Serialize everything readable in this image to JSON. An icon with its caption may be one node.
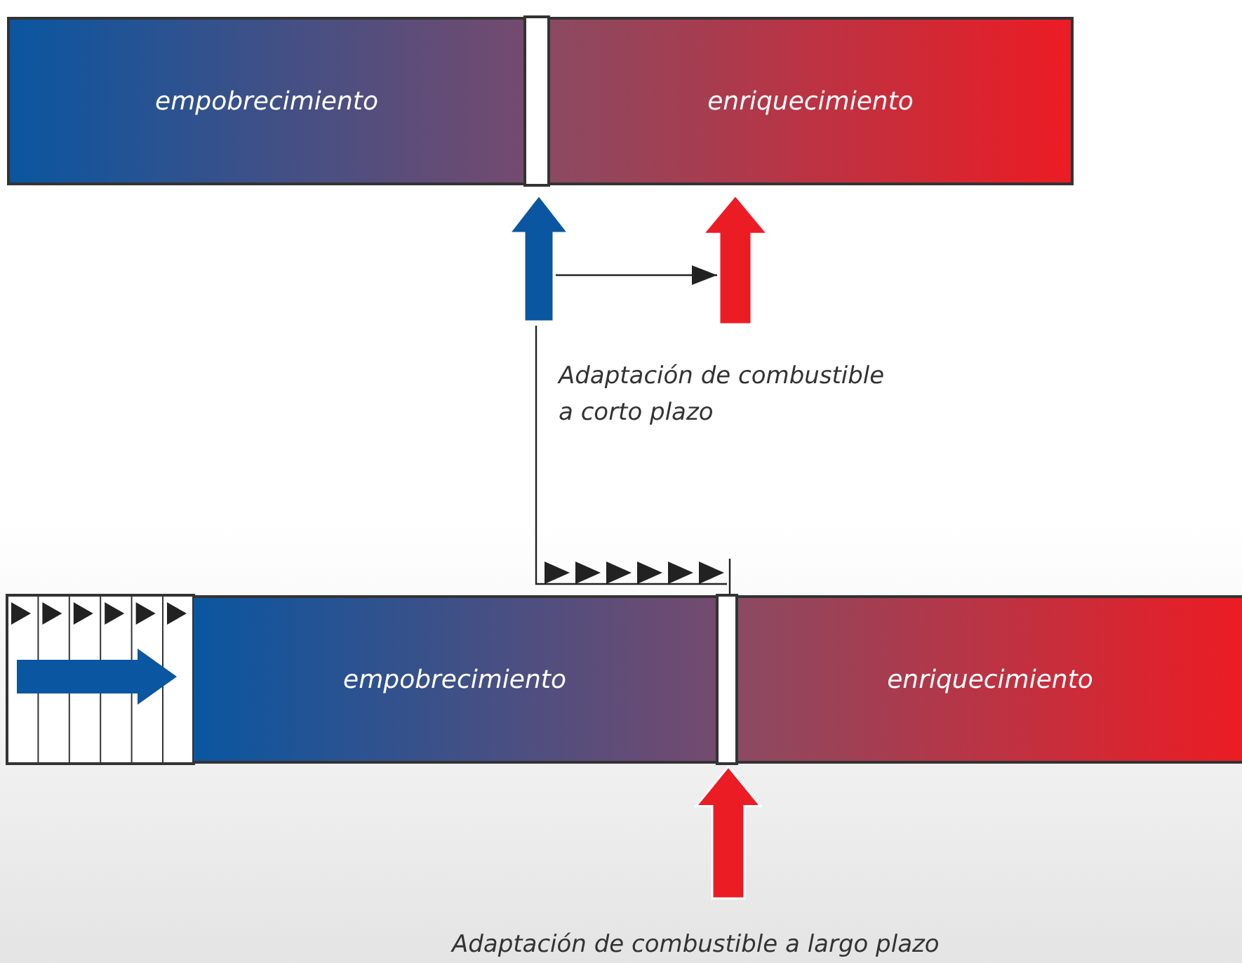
{
  "diagram": {
    "nodes": [
      {
        "text": [
          "empobrecimiento"
        ]
      },
      {
        "text": [
          "enriquecimiento"
        ]
      },
      {
        "text": [
          "empobrecimiento"
        ]
      },
      {
        "text": [
          "enriquecimiento"
        ]
      },
      {
        "text": [],
        "shape": "arrow"
      },
      {
        "text": [],
        "shape": "arrow"
      },
      {
        "text": [],
        "shape": "bar"
      },
      {
        "text": [],
        "shape": "bar"
      }
    ],
    "edges": [
      {
        "from": 4,
        "to": 5,
        "arrow": "to"
      }
    ],
    "labels": [
      "Adaptación de combustible a corto plazo",
      "Adaptación de combustible a largo plazo"
    ]
  }
}
